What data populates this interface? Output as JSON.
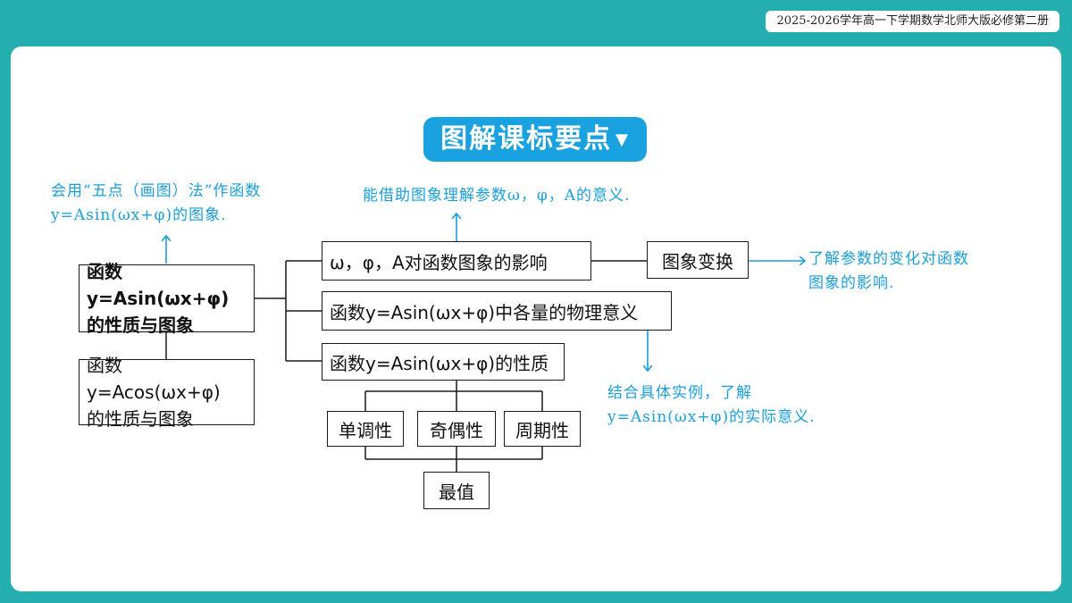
{
  "header": {
    "course_tag": "2025-2026学年高一下学期数学北师大版必修第二册"
  },
  "title": {
    "text": "图解课标要点",
    "marker": "▼"
  },
  "boxes": {
    "main_sine": {
      "line1": "函数y=Asin(ωx+φ)",
      "line2": "的性质与图象"
    },
    "main_cosine": {
      "line1": "函数y=Acos(ωx+φ)",
      "line2": "的性质与图象"
    },
    "effect": "ω，φ，A对函数图象的影响",
    "transform": "图象变换",
    "physical": "函数y=Asin(ωx+φ)中各量的物理意义",
    "properties": "函数y=Asin(ωx+φ)的性质",
    "monotonic": "单调性",
    "parity": "奇偶性",
    "periodic": "周期性",
    "extremum": "最值"
  },
  "notes": {
    "five_point": {
      "line1": "会用“五点（画图）法”作函数",
      "line2": "y=Asin(ωx+φ)的图象."
    },
    "params": "能借助图象理解参数ω，φ，A的意义.",
    "change": {
      "line1": "了解参数的变化对函数",
      "line2": "图象的影响."
    },
    "practical": {
      "line1": "结合具体实例，了解",
      "line2": "y=Asin(ωx+φ)的实际意义."
    }
  },
  "colors": {
    "frame": "#24aeb0",
    "title_bg": "#1aa1e0",
    "note_text": "#1a9fdb",
    "line": "#1a1a1a"
  }
}
